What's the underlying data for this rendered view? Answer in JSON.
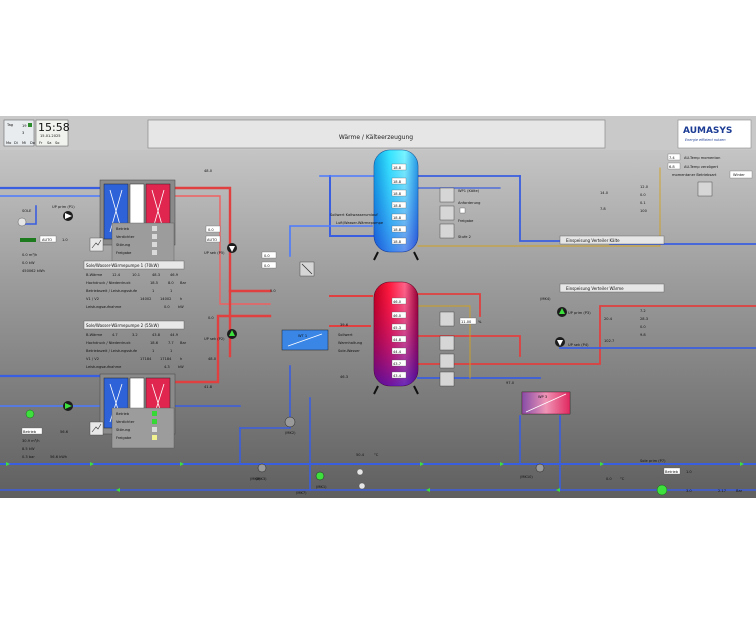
{
  "header": {
    "clock_time": "15:58",
    "clock_date": "15.01.2025",
    "weekday_labels": [
      "Tag",
      "Mo",
      "Di",
      "Mi",
      "Do",
      "Fr",
      "Sa",
      "So"
    ],
    "weather_values": [
      "19",
      "3"
    ],
    "title": "Wärme / Kälteerzeugung",
    "logo_text": "AUMASYS",
    "logo_tagline": "Energie effizient nutzen"
  },
  "topright": {
    "line1": "AU-Temp momentan",
    "line2": "AU-Temp verzögert",
    "v1": "7.4",
    "v2": "6.8",
    "mode_label": "momentaner Betriebsart",
    "mode_value": "Winter"
  },
  "pumps": {
    "hp1": {
      "title": "Sole/Wasser-Wärmepumpe 1 (70kW)",
      "status_labels": [
        "Betrieb",
        "Verdichter",
        "Störung",
        "Freigabe"
      ],
      "rows": [
        {
          "label": "B-Wärme",
          "vals": [
            "12.4",
            "10.1",
            "48.3",
            "46.9"
          ]
        },
        {
          "label": "Hochdruck / Niederdruck",
          "vals": [
            "18.5",
            "8.0",
            "Bar"
          ]
        },
        {
          "label": "Betriebszeit / Leistungsstufe",
          "vals": [
            "1",
            "1"
          ]
        },
        {
          "label": "V1 / V2",
          "vals": [
            "14002",
            "14002",
            "h"
          ]
        },
        {
          "label": "Leistungsaufnahme",
          "vals": [
            "0.0",
            "kW"
          ]
        }
      ]
    },
    "hp2": {
      "title": "Sole/Wasser-Wärmepumpe 2 (55kW)",
      "status_labels": [
        "Betrieb",
        "Verdichter",
        "Störung",
        "Freigabe"
      ],
      "rows": [
        {
          "label": "B-Wärme",
          "vals": [
            "4.7",
            "3.2",
            "43.8",
            "44.9"
          ]
        },
        {
          "label": "Hochdruck / Niederdruck",
          "vals": [
            "18.6",
            "7.7",
            "Bar"
          ]
        },
        {
          "label": "Betriebszeit / Leistungsstufe",
          "vals": [
            "1",
            "1"
          ]
        },
        {
          "label": "V1 / V2",
          "vals": [
            "17184",
            "17184",
            "h"
          ]
        },
        {
          "label": "Leistungsaufnahme",
          "vals": [
            "4.3",
            "kW"
          ]
        }
      ]
    }
  },
  "left_panel": {
    "brine_label": "SOLE",
    "pump_label": "UP prim (P1)",
    "readouts": [
      "0.0 m³/h",
      "0.0 kW",
      "450062 kWh"
    ],
    "auto_label": "AUTO",
    "value_1": "1.0",
    "lower_readouts": [
      "30.9 m³/h",
      "8.5 kW",
      "0.3 bar",
      "56.6 kWh"
    ],
    "betrieb_label": "Betrieb",
    "betrieb_value": "56.6"
  },
  "center": {
    "up_sek_label": "UP sek (P5)",
    "up_sek2_label": "UP sek (P2)",
    "hx_label": "WT 1",
    "mk_labels": [
      "(MK2)",
      "(MK3)",
      "(MK1)",
      "(MK5)"
    ],
    "values": [
      "0.0",
      "0.0",
      "0.0",
      "AUTO",
      "0.0",
      "0.0",
      "48.0",
      "5.0",
      "41.8",
      "39.6",
      "46.3"
    ]
  },
  "cold_tank": {
    "temps": [
      "18.8",
      "18.8",
      "18.8",
      "18.8",
      "18.8",
      "18.8",
      "18.8"
    ],
    "unit": "°C",
    "left_labels": [
      "Sollwert Kaltwasserumlauf",
      "Luft/Wasser-Wärmepumpe"
    ],
    "right_labels": [
      "WP1 (Kälte)",
      "Anforderung",
      "Freigabe",
      "Stufe 2"
    ],
    "panel_title": "Einspeisung Verteiler Kälte"
  },
  "hot_tank": {
    "temps": [
      "46.0",
      "46.0",
      "45.3",
      "44.8",
      "44.4",
      "43.7",
      "43.4"
    ],
    "unit": "°C",
    "left_labels": [
      "Sollwert",
      "Warmhaltung",
      "Sole-Wasser"
    ],
    "side_value": "11.00",
    "side_unit": "%",
    "panel_title": "Einspeisung Verteiler Wärme"
  },
  "right_side": {
    "readouts": [
      "14.0",
      "7.8",
      "12.0",
      "0.0",
      "0.1",
      "100"
    ],
    "heat_readouts": [
      "20.4",
      "7.2",
      "28.3",
      "0.0",
      "9.8",
      "102.7",
      "97.0"
    ],
    "hp_label": "WP 3",
    "pump_labels": [
      "UP prim (P3)",
      "UP sek (P4)",
      "(MK4)"
    ],
    "units": [
      "°C",
      "m³/h",
      "kW",
      "kWh"
    ]
  },
  "bottom": {
    "labels": [
      "(MK8)",
      "(MK7)",
      "(MK10)",
      "Sole prim (P7)",
      "Betrieb"
    ],
    "values": [
      "50.4",
      "1.0",
      "3.0",
      "0.0",
      "2.17"
    ],
    "units": [
      "°C",
      "Bar",
      "°C",
      "°C"
    ]
  }
}
